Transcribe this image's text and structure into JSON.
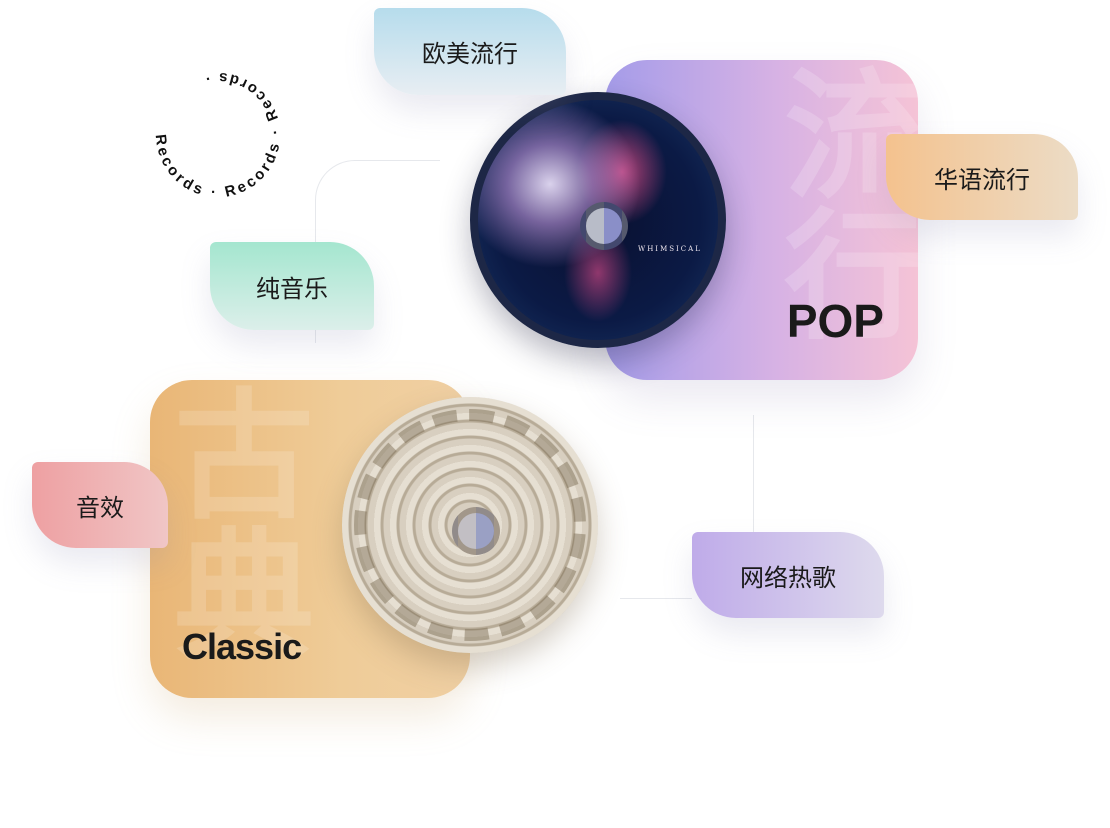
{
  "badge": {
    "text": "Records · Records · Records · "
  },
  "cards": {
    "pop": {
      "title": "POP",
      "watermark": "流行",
      "color_start": "#a59ce9",
      "color_end": "#f5c3d6"
    },
    "classic": {
      "title": "Classic",
      "watermark": "古典",
      "color_start": "#e9b676",
      "color_end": "#f0d0a4"
    }
  },
  "discs": {
    "pop_label": "WHIMSICAL"
  },
  "tags": [
    {
      "label": "欧美流行"
    },
    {
      "label": "华语流行"
    },
    {
      "label": "纯音乐"
    },
    {
      "label": "音效"
    },
    {
      "label": "网络热歌"
    }
  ]
}
